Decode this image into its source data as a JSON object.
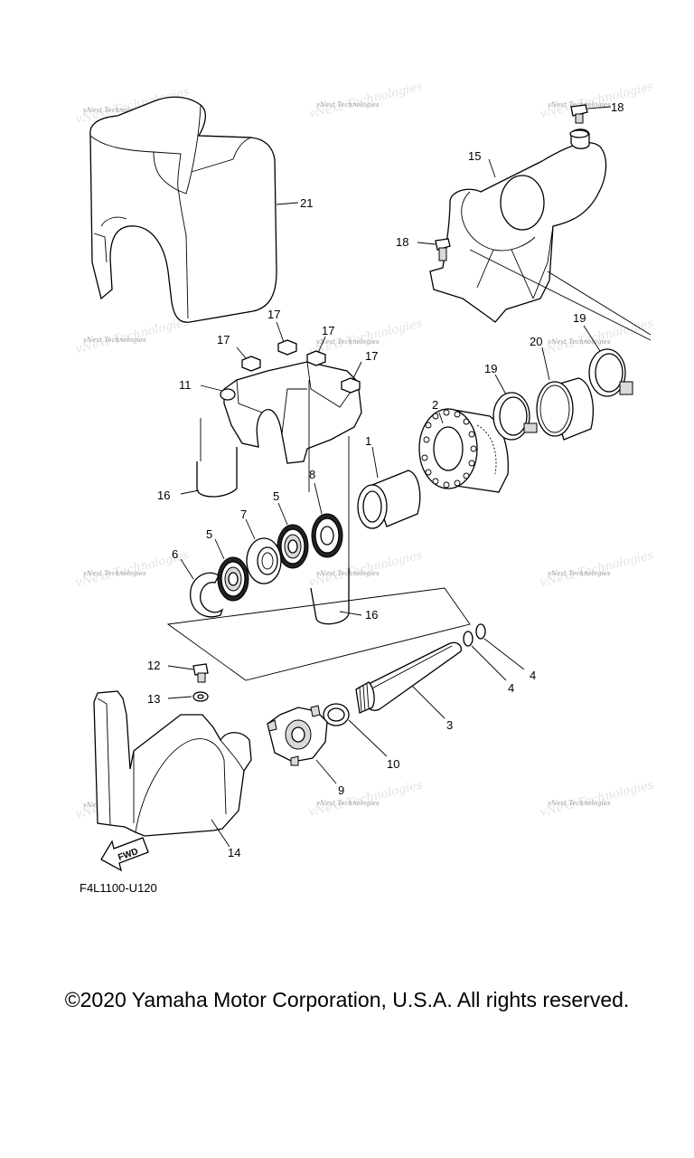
{
  "diagram": {
    "code": "F4L1100-U120",
    "copyright": "©2020 Yamaha Motor Corporation, U.S.A. All rights reserved.",
    "fwd_label": "FWD",
    "watermark": "vNext Technologies",
    "labels": {
      "p1": "1",
      "p2": "2",
      "p3": "3",
      "p4a": "4",
      "p4b": "4",
      "p5a": "5",
      "p5b": "5",
      "p6": "6",
      "p7": "7",
      "p8": "8",
      "p9": "9",
      "p10": "10",
      "p11": "11",
      "p12": "12",
      "p13": "13",
      "p14": "14",
      "p15": "15",
      "p16a": "16",
      "p16b": "16",
      "p17a": "17",
      "p17b": "17",
      "p17c": "17",
      "p17d": "17",
      "p18a": "18",
      "p18b": "18",
      "p19a": "19",
      "p19b": "19",
      "p20": "20",
      "p21": "21"
    }
  }
}
